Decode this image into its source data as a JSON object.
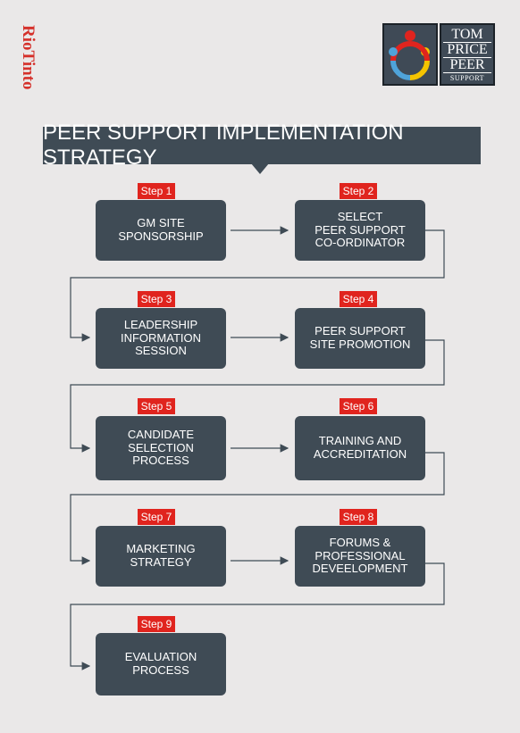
{
  "brand": {
    "text": "RioTinto"
  },
  "logo": {
    "lines": [
      "TOM",
      "PRICE",
      "PEER",
      "SUPPORT"
    ]
  },
  "banner": {
    "title": "PEER SUPPORT IMPLEMENTATION STRATEGY"
  },
  "steps": [
    {
      "tag": "Step 1",
      "label": "GM SITE\nSPONSORSHIP"
    },
    {
      "tag": "Step 2",
      "label": "SELECT\nPEER SUPPORT\nCO-ORDINATOR"
    },
    {
      "tag": "Step 3",
      "label": "LEADERSHIP\nINFORMATION\nSESSION"
    },
    {
      "tag": "Step 4",
      "label": "PEER SUPPORT\nSITE PROMOTION"
    },
    {
      "tag": "Step 5",
      "label": "CANDIDATE\nSELECTION\nPROCESS"
    },
    {
      "tag": "Step 6",
      "label": "TRAINING AND\nACCREDITATION"
    },
    {
      "tag": "Step 7",
      "label": "MARKETING\nSTRATEGY"
    },
    {
      "tag": "Step 8",
      "label": "FORUMS &\nPROFESSIONAL\nDEVEELOPMENT"
    },
    {
      "tag": "Step 9",
      "label": "EVALUATION\nPROCESS"
    }
  ],
  "colors": {
    "box": "#3f4b55",
    "tag": "#e0241e",
    "line": "#3f4b55",
    "brand": "#d5312b"
  }
}
